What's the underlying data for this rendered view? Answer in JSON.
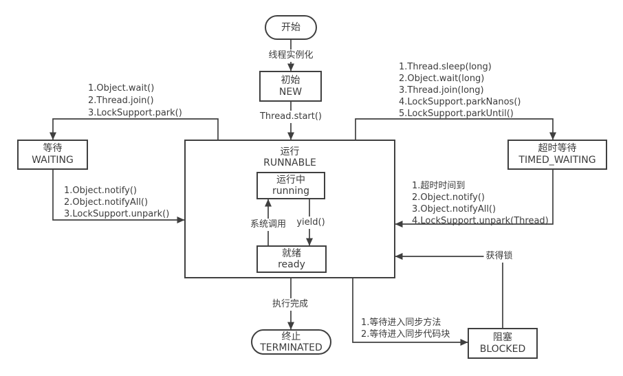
{
  "title": "Java thread state transition diagram",
  "colors": {
    "stroke": "#3f3f3f",
    "text": "#3b3b3b",
    "background": "#ffffff"
  },
  "nodes": {
    "start": {
      "label": "开始"
    },
    "new": {
      "zh": "初始",
      "en": "NEW"
    },
    "runnable": {
      "zh": "运行",
      "en": "RUNNABLE"
    },
    "running": {
      "zh": "运行中",
      "en": "running"
    },
    "ready": {
      "zh": "就绪",
      "en": "ready"
    },
    "waiting": {
      "zh": "等待",
      "en": "WAITING"
    },
    "timed_waiting": {
      "zh": "超时等待",
      "en": "TIMED_WAITING"
    },
    "blocked": {
      "zh": "阻塞",
      "en": "BLOCKED"
    },
    "terminated": {
      "zh": "终止",
      "en": "TERMINATED"
    }
  },
  "edges": {
    "instantiate": {
      "label": "线程实例化"
    },
    "start_method": {
      "label": "Thread.start()"
    },
    "runnable_to_waiting": {
      "lines": [
        "1.Object.wait()",
        "2.Thread.join()",
        "3.LockSupport.park()"
      ]
    },
    "waiting_to_runnable": {
      "lines": [
        "1.Object.notify()",
        "2.Object.notifyAll()",
        "3.LockSupport.unpark()"
      ]
    },
    "runnable_to_timed_waiting": {
      "lines": [
        "1.Thread.sleep(long)",
        "2.Object.wait(long)",
        "3.Thread.join(long)",
        "4.LockSupport.parkNanos()",
        "5.LockSupport.parkUntil()"
      ]
    },
    "timed_waiting_to_runnable": {
      "lines": [
        "1.超时时间到",
        "2.Object.notify()",
        "3.Object.notifyAll()",
        "4.LockSupport.unpark(Thread)"
      ]
    },
    "blocked_to_runnable": {
      "label": "获得锁"
    },
    "runnable_to_blocked": {
      "lines": [
        "1.等待进入同步方法",
        "2.等待进入同步代码块"
      ]
    },
    "run_complete": {
      "label": "执行完成"
    },
    "system_call": {
      "label": "系统调用"
    },
    "yield": {
      "label": "yield()"
    }
  }
}
